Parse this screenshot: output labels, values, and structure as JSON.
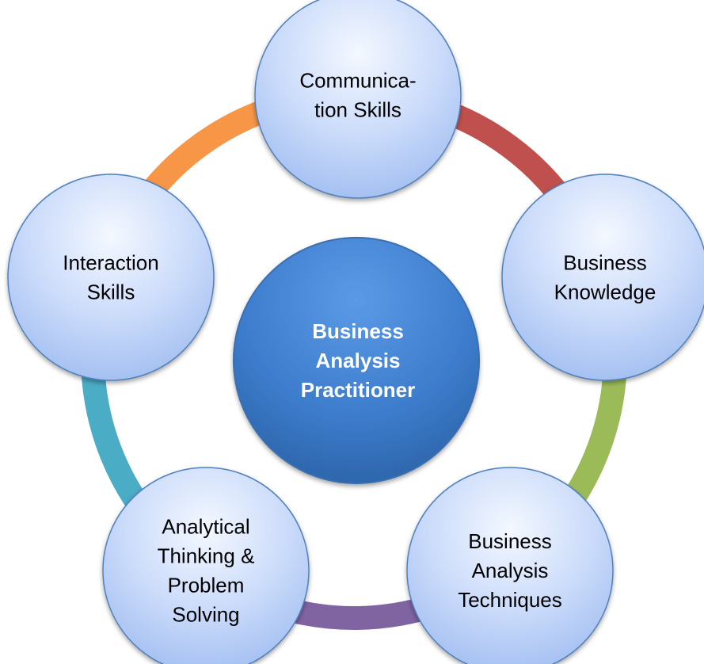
{
  "center": {
    "lines": [
      "Business",
      "Analysis",
      "Practitioner"
    ]
  },
  "nodes": [
    {
      "id": "communication-skills",
      "lines": [
        "Communica-",
        "tion Skills"
      ]
    },
    {
      "id": "business-knowledge",
      "lines": [
        "Business",
        "Knowledge"
      ]
    },
    {
      "id": "business-analysis-techniques",
      "lines": [
        "Business",
        "Analysis",
        "Techniques"
      ]
    },
    {
      "id": "analytical-thinking",
      "lines": [
        "Analytical",
        "Thinking &",
        "Problem",
        "Solving"
      ]
    },
    {
      "id": "interaction-skills",
      "lines": [
        "Interaction",
        "Skills"
      ]
    }
  ],
  "ring_colors": {
    "communication_to_knowledge": "#c0504d",
    "knowledge_to_techniques": "#9bbb59",
    "techniques_to_analytical": "#8064a2",
    "analytical_to_interaction": "#4bacc6",
    "interaction_to_communication": "#f79646"
  },
  "colors": {
    "node_fill_light": "#eaf1ff",
    "node_fill_dark": "#a9c4f5",
    "node_stroke": "#4f81bd",
    "center_fill_light": "#4a89d8",
    "center_fill_dark": "#2f6aaf"
  }
}
